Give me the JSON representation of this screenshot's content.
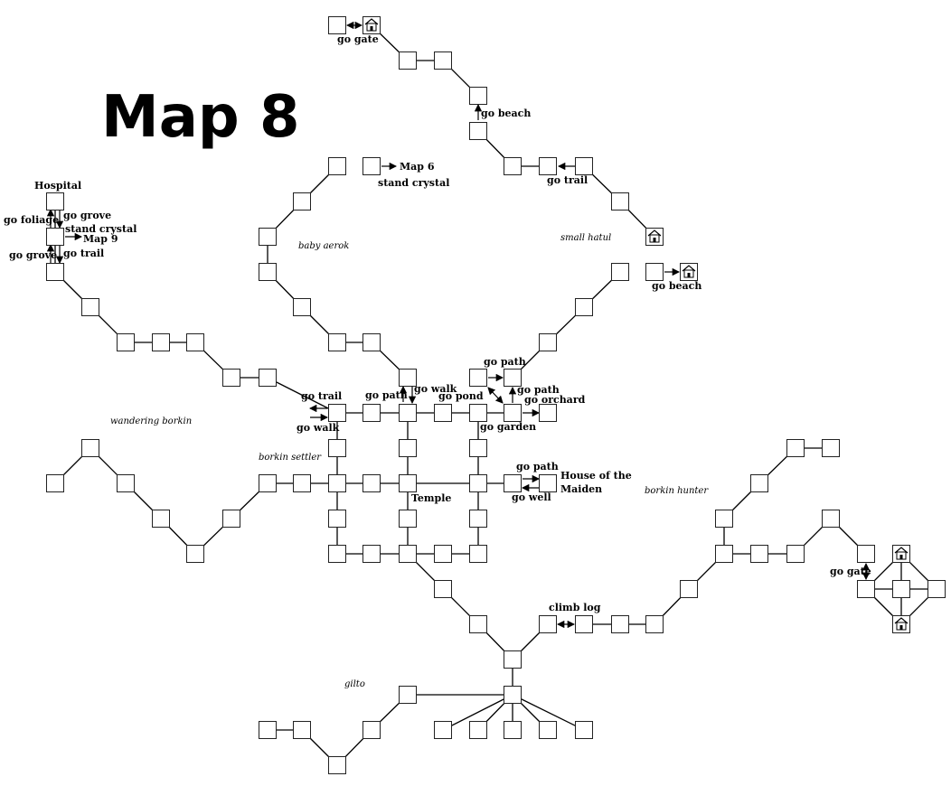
{
  "title": "Map 8",
  "places": {
    "hospital": "Hospital",
    "temple": "Temple",
    "house_line1": "House of the",
    "house_line2": "Maiden"
  },
  "exits": {
    "go_gate_top": "go gate",
    "go_beach_top": "go beach",
    "go_trail_top": "go trail",
    "map6": "Map 6",
    "stand_crystal_top": "stand crystal",
    "go_beach_right": "go beach",
    "go_foliage": "go foliage",
    "go_grove_1": "go grove",
    "stand_crystal_left": "stand crystal",
    "map9": "Map 9",
    "go_grove_2": "go grove",
    "go_trail_left": "go trail",
    "go_trail_center": "go trail",
    "go_walk_left": "go walk",
    "go_path_center": "go path",
    "go_walk_center": "go walk",
    "go_pond": "go pond",
    "go_path_upper": "go path",
    "go_path_right": "go path",
    "go_orchard": "go orchard",
    "go_garden": "go garden",
    "go_path_house": "go path",
    "go_well": "go well",
    "climb_log": "climb log",
    "go_gate_right": "go gate"
  },
  "creatures": {
    "baby_aerok": "baby aerok",
    "small_hatul": "small hatul",
    "wandering_borkin": "wandering borkin",
    "borkin_settler": "borkin settler",
    "borkin_hunter": "borkin hunter",
    "gilto": "gilto"
  },
  "icons": {
    "house": "house-icon",
    "checkered": "checkered-room-icon"
  }
}
